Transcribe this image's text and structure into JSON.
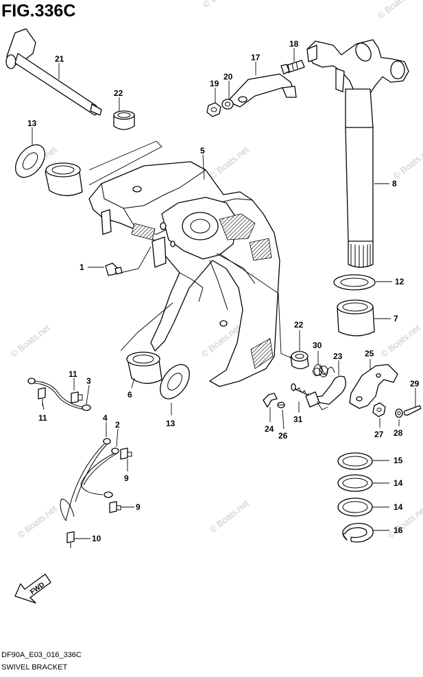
{
  "figure": {
    "title": "FIG.336C",
    "code": "DF90A_E03_016_336C",
    "caption": "SWIVEL BRACKET",
    "fwd_label": "FWD",
    "watermark": "© Boats.net"
  },
  "callouts": [
    {
      "id": "c21",
      "text": "21"
    },
    {
      "id": "c22a",
      "text": "22"
    },
    {
      "id": "c13a",
      "text": "13"
    },
    {
      "id": "c5",
      "text": "5"
    },
    {
      "id": "c17",
      "text": "17"
    },
    {
      "id": "c18",
      "text": "18"
    },
    {
      "id": "c19",
      "text": "19"
    },
    {
      "id": "c20",
      "text": "20"
    },
    {
      "id": "c8",
      "text": "8"
    },
    {
      "id": "c1",
      "text": "1"
    },
    {
      "id": "c12",
      "text": "12"
    },
    {
      "id": "c7",
      "text": "7"
    },
    {
      "id": "c22b",
      "text": "22"
    },
    {
      "id": "c30",
      "text": "30"
    },
    {
      "id": "c23",
      "text": "23"
    },
    {
      "id": "c25",
      "text": "25"
    },
    {
      "id": "c29",
      "text": "29"
    },
    {
      "id": "c6",
      "text": "6"
    },
    {
      "id": "c13b",
      "text": "13"
    },
    {
      "id": "c11a",
      "text": "11"
    },
    {
      "id": "c3",
      "text": "3"
    },
    {
      "id": "c11b",
      "text": "11"
    },
    {
      "id": "c24",
      "text": "24"
    },
    {
      "id": "c26",
      "text": "26"
    },
    {
      "id": "c31",
      "text": "31"
    },
    {
      "id": "c27",
      "text": "27"
    },
    {
      "id": "c28",
      "text": "28"
    },
    {
      "id": "c4",
      "text": "4"
    },
    {
      "id": "c2",
      "text": "2"
    },
    {
      "id": "c9a",
      "text": "9"
    },
    {
      "id": "c9b",
      "text": "9"
    },
    {
      "id": "c10",
      "text": "10"
    },
    {
      "id": "c15",
      "text": "15"
    },
    {
      "id": "c14a",
      "text": "14"
    },
    {
      "id": "c14b",
      "text": "14"
    },
    {
      "id": "c16",
      "text": "16"
    }
  ]
}
